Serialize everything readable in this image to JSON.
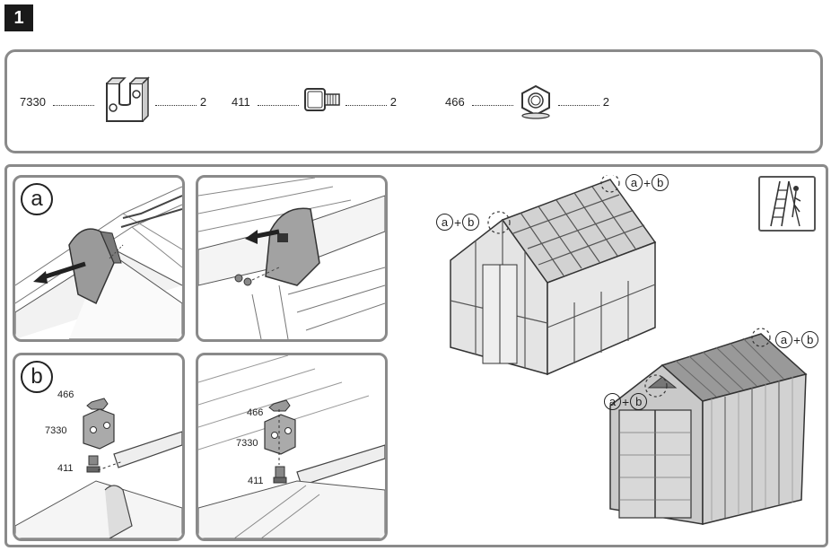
{
  "step": {
    "number": "1"
  },
  "parts": [
    {
      "code": "7330",
      "qty": "2",
      "icon": "u-bracket-icon"
    },
    {
      "code": "411",
      "qty": "2",
      "icon": "square-bolt-icon"
    },
    {
      "code": "466",
      "qty": "2",
      "icon": "hex-nut-icon"
    }
  ],
  "panels": {
    "a": {
      "step_label": "a"
    },
    "b": {
      "step_label": "b"
    }
  },
  "exploded_labels": {
    "b_left": {
      "nut": "466",
      "bracket": "7330",
      "bolt": "411"
    },
    "b_right": {
      "nut": "466",
      "bracket": "7330",
      "bolt": "411"
    }
  },
  "callout": {
    "a": "a",
    "b": "b",
    "plus": "+"
  },
  "icons": [
    "ladder-icon",
    "greenhouse-icon",
    "shed-icon"
  ]
}
